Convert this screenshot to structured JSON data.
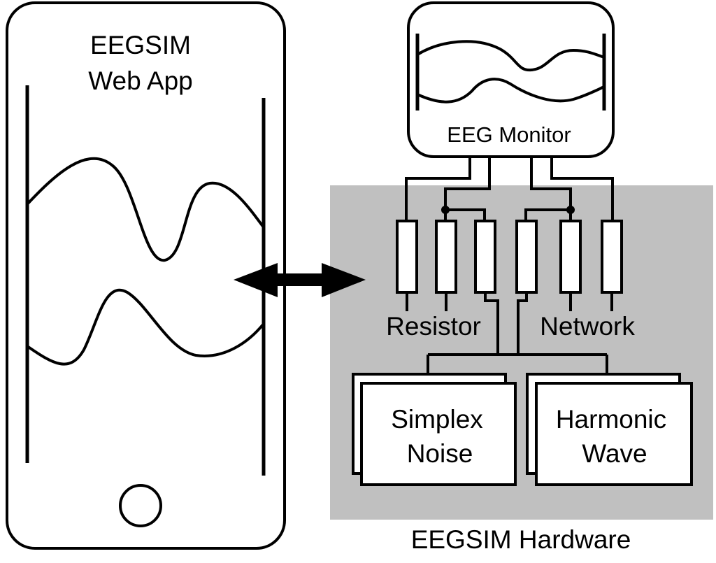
{
  "phone": {
    "title_line1": "EEGSIM",
    "title_line2": "Web App"
  },
  "monitor": {
    "label": "EEG Monitor"
  },
  "hardware": {
    "label": "EEGSIM Hardware",
    "network_label_left": "Resistor",
    "network_label_right": "Network",
    "generators": [
      {
        "line1": "Simplex",
        "line2": "Noise"
      },
      {
        "line1": "Harmonic",
        "line2": "Wave"
      }
    ]
  },
  "colors": {
    "hardware_background": "#c0c0c0",
    "stroke": "#000000",
    "fill": "#ffffff"
  }
}
